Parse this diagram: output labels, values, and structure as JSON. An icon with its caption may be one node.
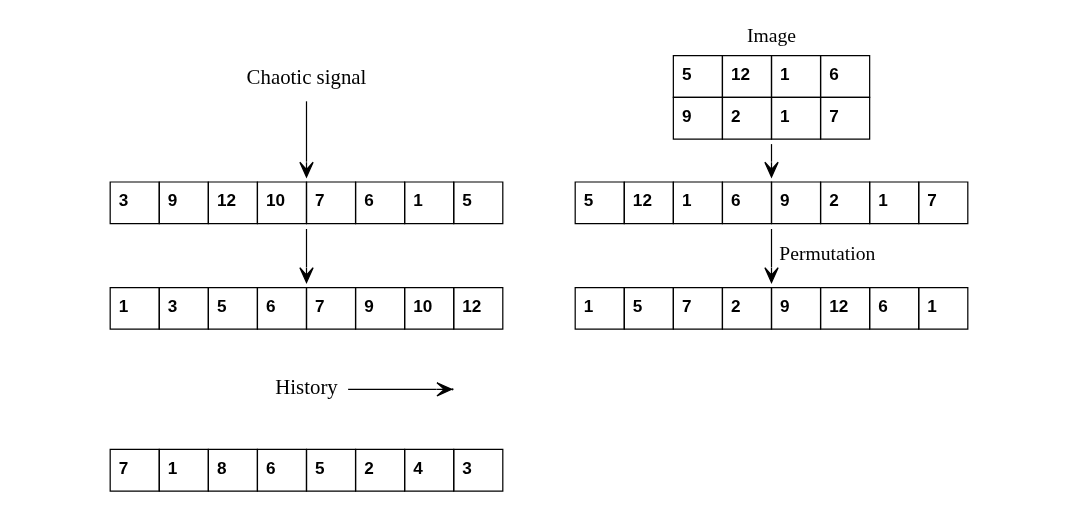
{
  "diagram": {
    "nodes": [
      {
        "text": [
          "Chaotic signal"
        ]
      },
      {
        "text": [
          "3",
          "9",
          "12",
          "10",
          "7",
          "6",
          "1",
          "5"
        ]
      },
      {
        "text": [
          "1",
          "3",
          "5",
          "6",
          "7",
          "9",
          "10",
          "12"
        ]
      },
      {
        "text": [
          "History"
        ]
      },
      {
        "text": [
          "7",
          "1",
          "8",
          "6",
          "5",
          "2",
          "4",
          "3"
        ]
      },
      {
        "text": [
          "Image",
          "5",
          "12",
          "1",
          "6",
          "9",
          "2",
          "1",
          "7"
        ]
      },
      {
        "text": [
          "5",
          "12",
          "1",
          "6",
          "9",
          "2",
          "1",
          "7"
        ]
      },
      {
        "text": [
          "1",
          "5",
          "7",
          "2",
          "9",
          "12",
          "6",
          "1"
        ]
      }
    ],
    "edges": [
      {
        "from": 0,
        "to": 1,
        "arrow": "to"
      },
      {
        "from": 1,
        "to": 2,
        "arrow": "to"
      },
      {
        "from": 5,
        "to": 6,
        "arrow": "to"
      },
      {
        "from": 6,
        "to": 7,
        "arrow": "to",
        "label": "Permutation"
      },
      {
        "from": 3,
        "to": null,
        "arrow": "to"
      }
    ]
  }
}
